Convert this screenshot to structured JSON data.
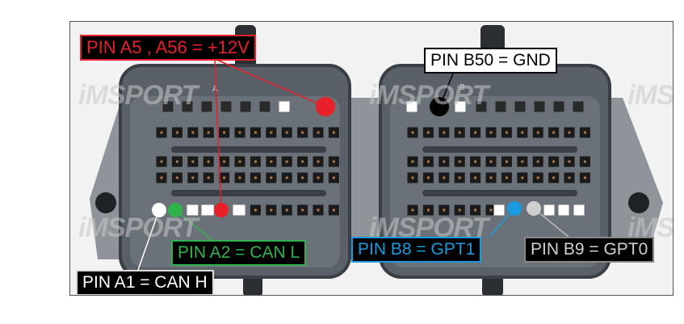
{
  "labels": {
    "power": {
      "text": "PIN A5 , A56 = +12V",
      "color": "#e8202a"
    },
    "ground": {
      "text": "PIN B50 = GND",
      "color": "#000000"
    },
    "can_l": {
      "text": "PIN A2 = CAN L",
      "color": "#2fb34a"
    },
    "can_h": {
      "text": "PIN A1 = CAN H",
      "color": "#ffffff"
    },
    "gpt1": {
      "text": "PIN B8 = GPT1",
      "color": "#1a9be0"
    },
    "gpt0": {
      "text": "PIN B9 = GPT0",
      "color": "#d0d0d0"
    }
  },
  "connectors": {
    "left_letter": "A",
    "right_letter": "B"
  },
  "watermark": "iMSPORT"
}
